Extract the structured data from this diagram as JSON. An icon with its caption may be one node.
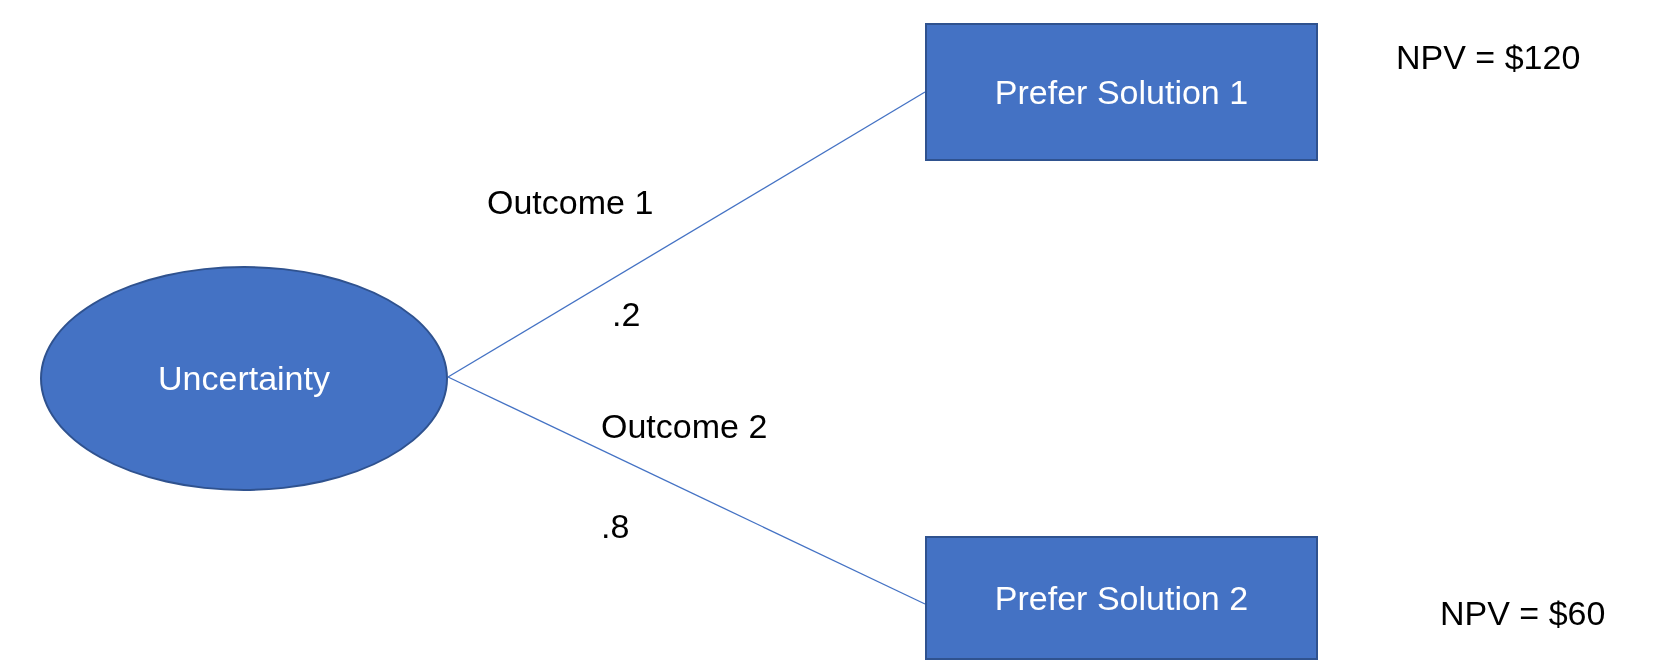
{
  "diagram": {
    "nodes": [
      {
        "text": [
          "Uncertainty"
        ]
      },
      {
        "text": [
          "Prefer Solution 1"
        ],
        "beside": [
          "NPV = $120"
        ]
      },
      {
        "text": [
          "Prefer Solution 2"
        ],
        "beside": [
          "NPV = $60"
        ]
      }
    ],
    "edges": [
      {
        "from": 0,
        "to": 1,
        "arrow": "none",
        "label": "Outcome 1"
      },
      {
        "from": 0,
        "to": 2,
        "arrow": "none",
        "label": "Outcome 2"
      }
    ],
    "labels": [
      ".2",
      ".8"
    ]
  }
}
